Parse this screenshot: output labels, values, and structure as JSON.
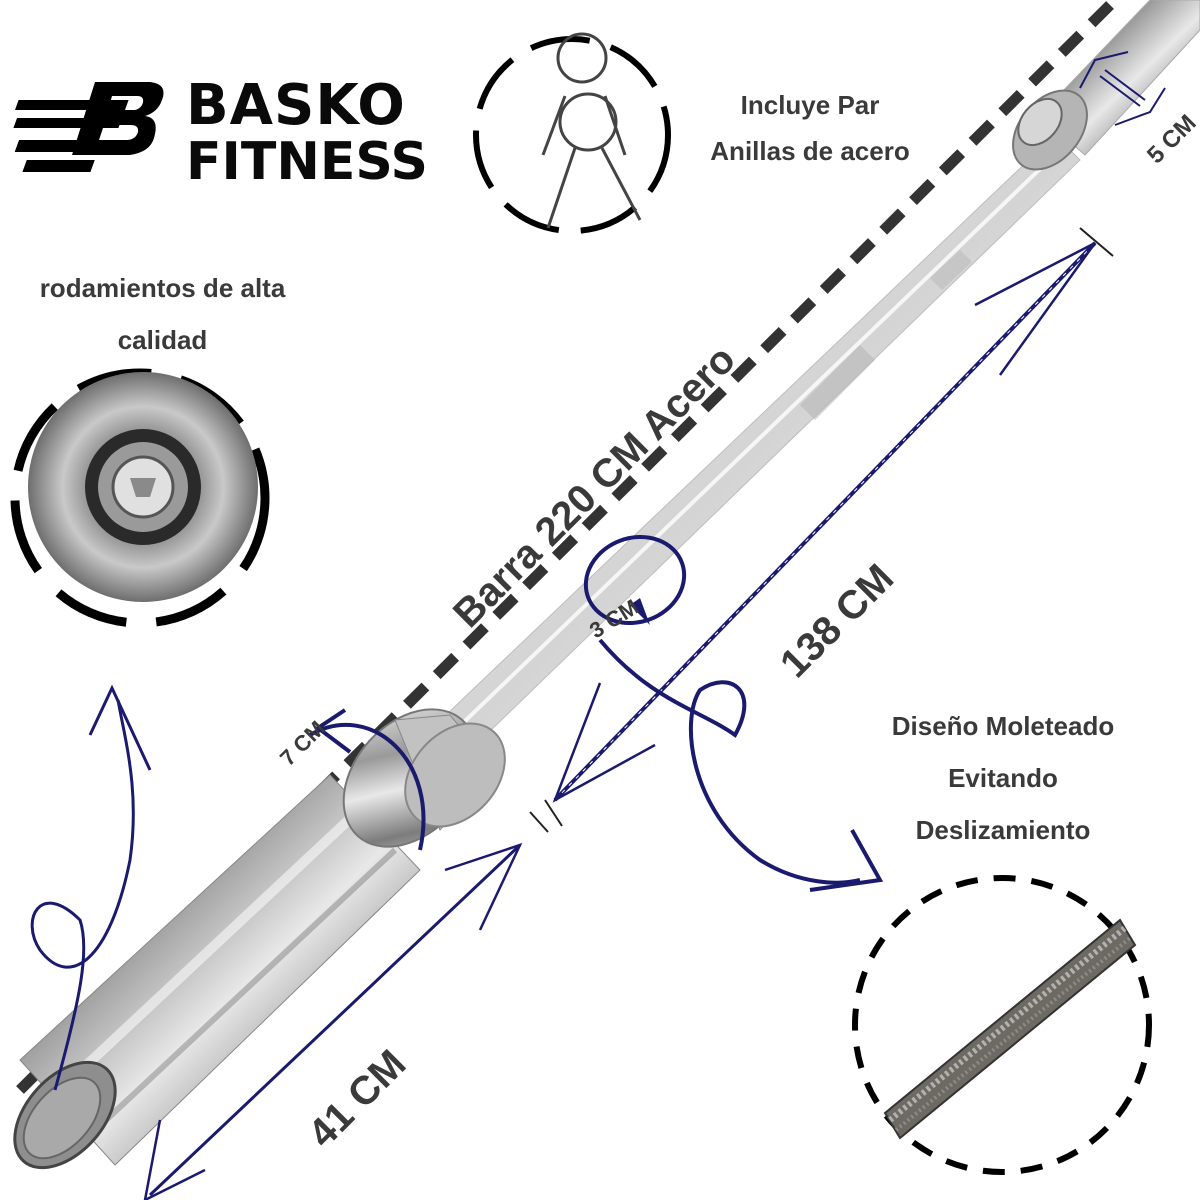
{
  "brand": {
    "line1": "BASKO",
    "line2": "FITNESS",
    "logo_icon": "stylized-b-stripes-logo"
  },
  "features": {
    "rings": {
      "line1": "Incluye Par",
      "line2": "Anillas de acero",
      "icon": "spring-collar-clips-icon"
    },
    "bearings": {
      "line1": "rodamientos de alta",
      "line2": "calidad",
      "icon": "bearing-sleeve-end-photo"
    },
    "knurl": {
      "line1": "Diseño Moleteado",
      "line2": "Evitando",
      "line3": "Deslizamiento",
      "icon": "knurled-grip-photo"
    }
  },
  "dimensions": {
    "total": "Barra 220 CM Acero",
    "sleeve_diameter": "5 CM",
    "grip_diameter": "3 CM",
    "collar_diameter": "7 CM",
    "grip_length": "138 CM",
    "sleeve_length": "41 CM"
  },
  "colors": {
    "annotation": "#1a1a6e",
    "text": "#3a3a3a",
    "dashes": "#333333",
    "background": "#ffffff"
  }
}
